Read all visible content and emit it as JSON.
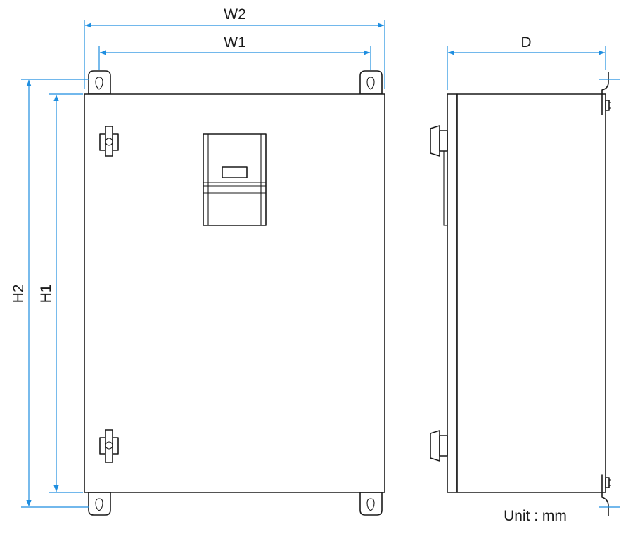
{
  "dimensions": {
    "w2": "W2",
    "w1": "W1",
    "d": "D",
    "h2": "H2",
    "h1": "H1"
  },
  "unit_note": "Unit : mm",
  "colors": {
    "dimension_line": "#1e8ee0",
    "outline": "#1a1a1a",
    "background": "#ffffff"
  }
}
